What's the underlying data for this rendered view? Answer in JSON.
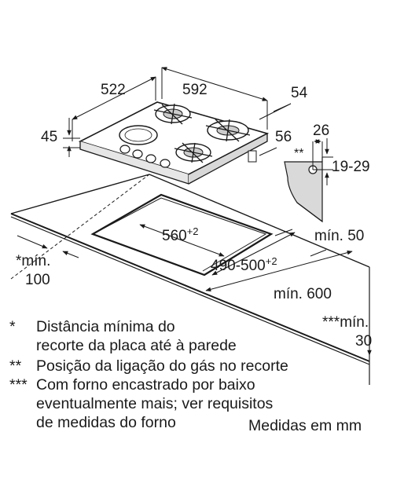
{
  "dimensions": {
    "depth": "522",
    "width": "592",
    "right_offset": "54",
    "thickness": "45",
    "gas_offset": "56",
    "gas_width": "26",
    "gas_mark": "**",
    "gas_height_range": "19-29",
    "cutout_width_base": "560",
    "cutout_width_tol": "+2",
    "cutout_depth_base": "490-500",
    "cutout_depth_tol": "+2",
    "min_50": "mín. 50",
    "min_600": "mín. 600",
    "min_100_mark": "*",
    "min_100_label": "mín.",
    "min_100_value": "100",
    "min_30_mark": "***",
    "min_30_label": "mín.",
    "min_30_value": "30"
  },
  "notes": [
    {
      "mark": "*",
      "lines": [
        "Distância mínima do",
        "recorte da placa até à parede"
      ]
    },
    {
      "mark": "**",
      "lines": [
        "Posição da ligação do gás no recorte"
      ]
    },
    {
      "mark": "***",
      "lines": [
        "Com forno encastrado por baixo",
        "eventualmente mais; ver requisitos",
        "de medidas do forno"
      ]
    }
  ],
  "units_label": "Medidas em mm"
}
